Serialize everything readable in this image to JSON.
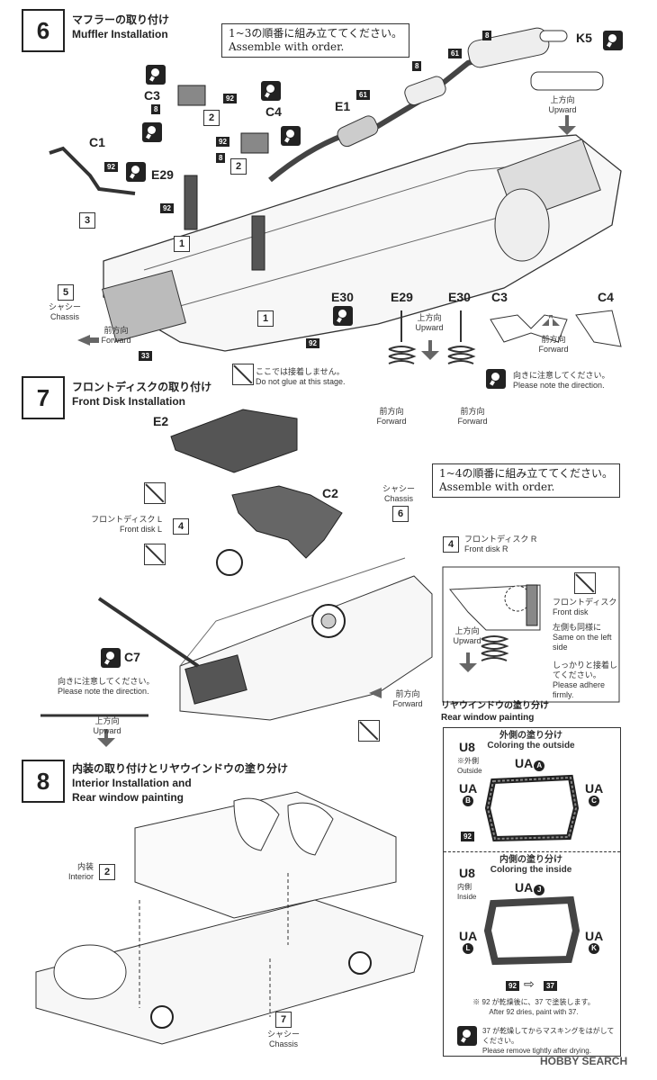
{
  "step6": {
    "num": "6",
    "title_jp": "マフラーの取り付け",
    "title_en": "Muffler Installation",
    "order_jp": "1~3の順番に組み立ててください。",
    "order_en": "Assemble with order.",
    "parts": {
      "c1": "C1",
      "c3": "C3",
      "c4": "C4",
      "e1": "E1",
      "e29": "E29",
      "e30": "E30",
      "k5": "K5"
    },
    "chassis_num": "5",
    "chassis_jp": "シャシー",
    "chassis_en": "Chassis",
    "forward_jp": "前方向",
    "forward_en": "Forward",
    "upward_jp": "上方向",
    "upward_en": "Upward",
    "noglue_jp": "ここでは接着しません。",
    "noglue_en": "Do not glue at this stage.",
    "direction_jp": "向きに注意してください。",
    "direction_en": "Please note the direction.",
    "tags": {
      "t92": "92",
      "t8": "8",
      "t61": "61",
      "t33": "33"
    },
    "steps": {
      "s1": "1",
      "s2": "2",
      "s3": "3"
    }
  },
  "step7": {
    "num": "7",
    "title_jp": "フロントディスクの取り付け",
    "title_en": "Front Disk Installation",
    "order_jp": "1~4の順番に組み立ててください。",
    "order_en": "Assemble with order.",
    "parts": {
      "e2": "E2",
      "c2": "C2",
      "c7": "C7"
    },
    "chassis_num": "6",
    "chassis_jp": "シャシー",
    "chassis_en": "Chassis",
    "disk_l_jp": "フロントディスク L",
    "disk_l_en": "Front disk L",
    "disk_l_num": "4",
    "disk_r_jp": "フロントディスク R",
    "disk_r_en": "Front disk R",
    "disk_r_num": "4",
    "inset_disk_jp": "フロントディスク",
    "inset_disk_en": "Front disk",
    "same_jp": "左側も同様に",
    "same_en": "Same on the left side",
    "firm_jp": "しっかりと接着してください。",
    "firm_en": "Please adhere firmly.",
    "forward_jp": "前方向",
    "forward_en": "Forward",
    "upward_jp": "上方向",
    "upward_en": "Upward",
    "direction_jp": "向きに注意してください。",
    "direction_en": "Please note the direction."
  },
  "step8": {
    "num": "8",
    "title_jp": "内装の取り付けとリヤウインドウの塗り分け",
    "title_en1": "Interior Installation and",
    "title_en2": "Rear window painting",
    "interior_jp": "内装",
    "interior_en": "Interior",
    "interior_num": "2",
    "chassis_num": "7",
    "chassis_jp": "シャシー",
    "chassis_en": "Chassis",
    "rw_jp": "リヤウインドウの塗り分け",
    "rw_en": "Rear window painting",
    "outside_jp": "外側の塗り分け",
    "outside_en": "Coloring the outside",
    "inside_jp": "内側の塗り分け",
    "inside_en": "Coloring the inside",
    "u8": "U8",
    "outside_small_jp": "※外側",
    "outside_small_en": "Outside",
    "inside_small_jp": "内側",
    "inside_small_en": "Inside",
    "ua": "UA",
    "letters": {
      "a": "A",
      "b": "B",
      "c": "C",
      "j": "J",
      "l": "L",
      "k": "K"
    },
    "note1_jp": "※ 92 が乾燥後に、37 で塗装します。",
    "note1_en": "After 92 dries, paint with 37.",
    "note2_jp": "37 が乾燥してからマスキングをはがしてください。",
    "note2_en": "Please remove tightly after drying.",
    "c92": "92",
    "c37": "37"
  },
  "watermark": "HOBBY SEARCH"
}
